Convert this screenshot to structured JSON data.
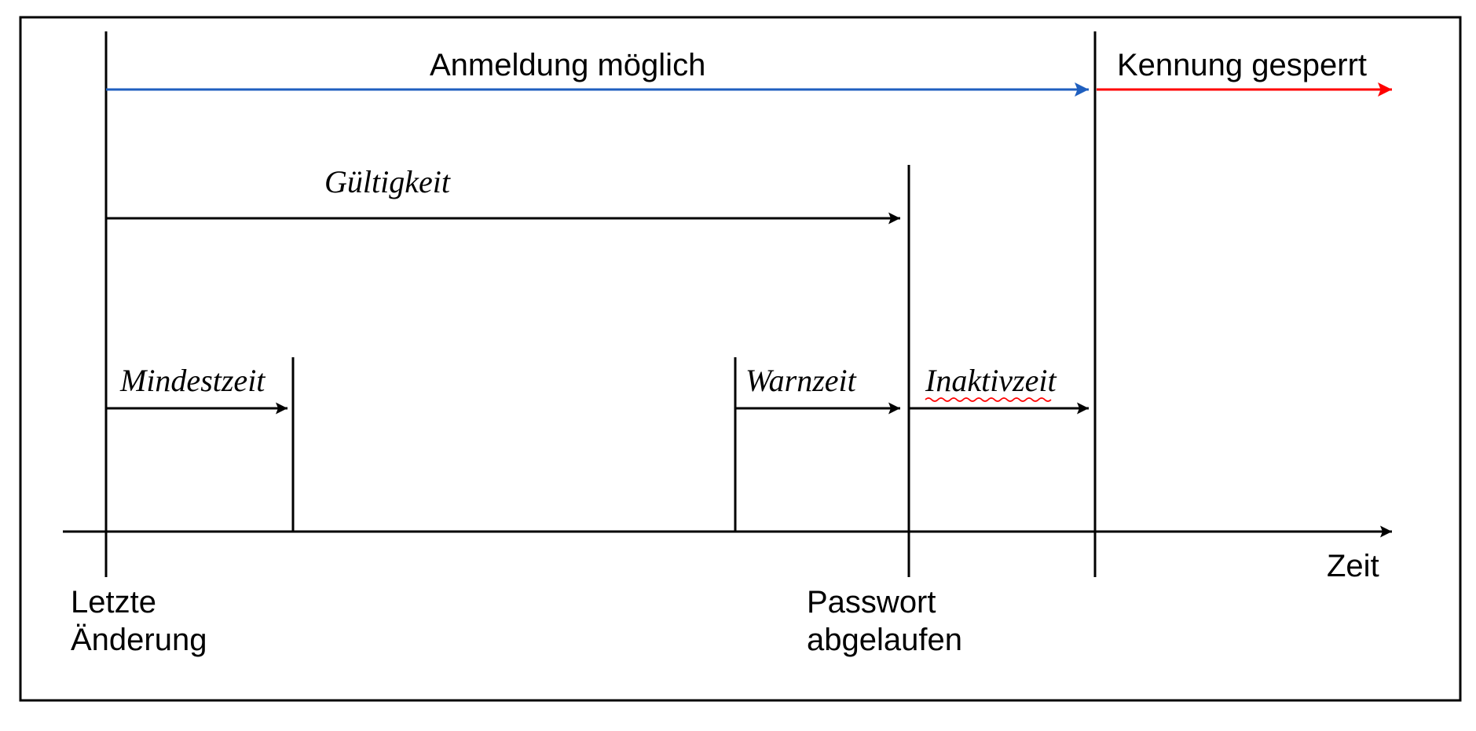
{
  "colors": {
    "frame": "#000000",
    "login_possible": "#1f5fbf",
    "account_locked": "#ff0000",
    "spellcheck_underline": "#ff0000"
  },
  "labels": {
    "login_possible": "Anmeldung möglich",
    "account_locked": "Kennung gesperrt",
    "validity": "Gültigkeit",
    "min_time": "Mindestzeit",
    "warn_time": "Warnzeit",
    "inactive_time": "Inaktivzeit",
    "time_axis": "Zeit",
    "last_change_line1": "Letzte",
    "last_change_line2": "Änderung",
    "pw_expired_line1": "Passwort",
    "pw_expired_line2": "abgelaufen"
  }
}
